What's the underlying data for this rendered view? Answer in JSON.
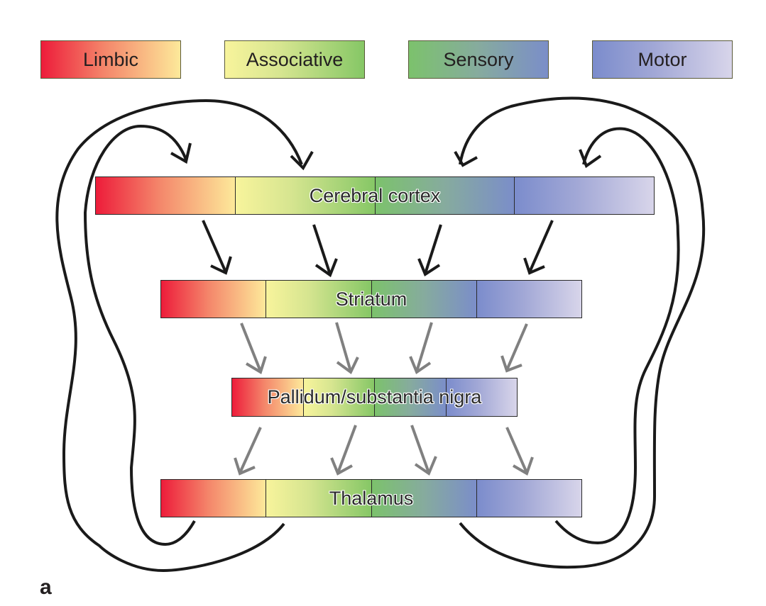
{
  "legend": [
    {
      "label": "Limbic",
      "colors": [
        "#ed1c3a",
        "#fde99a"
      ]
    },
    {
      "label": "Associative",
      "colors": [
        "#f8f49c",
        "#86c766"
      ]
    },
    {
      "label": "Sensory",
      "colors": [
        "#7cc26c",
        "#7b8ec9"
      ]
    },
    {
      "label": "Motor",
      "colors": [
        "#7b8ccc",
        "#d8d5ea"
      ]
    }
  ],
  "structures": {
    "cortex": {
      "label": "Cerebral cortex"
    },
    "striatum": {
      "label": "Striatum"
    },
    "pallidum": {
      "label": "Pallidum/substantia nigra"
    },
    "thalamus": {
      "label": "Thalamus"
    }
  },
  "arrow_colors": {
    "direct": "#1a1a1a",
    "indirect": "#808080"
  },
  "panel_label": "a"
}
